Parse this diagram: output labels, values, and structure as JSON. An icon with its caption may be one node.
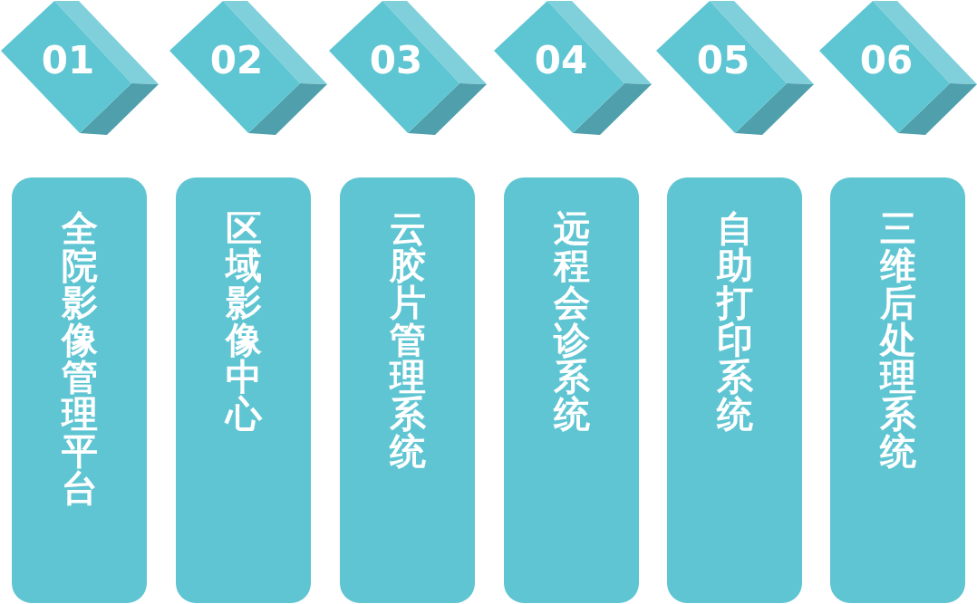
{
  "diagram": {
    "nodes": [
      {
        "text": [
          "01"
        ]
      },
      {
        "text": [
          "02"
        ]
      },
      {
        "text": [
          "03"
        ]
      },
      {
        "text": [
          "04"
        ]
      },
      {
        "text": [
          "05"
        ]
      },
      {
        "text": [
          "06"
        ]
      },
      {
        "text": [
          "全院影像管理平台"
        ]
      },
      {
        "text": [
          "区域影像中心"
        ]
      },
      {
        "text": [
          "云胶片管理系统"
        ]
      },
      {
        "text": [
          "远程会诊系统"
        ]
      },
      {
        "text": [
          "自助打印系统"
        ]
      },
      {
        "text": [
          "三维后处理系统"
        ]
      }
    ]
  }
}
